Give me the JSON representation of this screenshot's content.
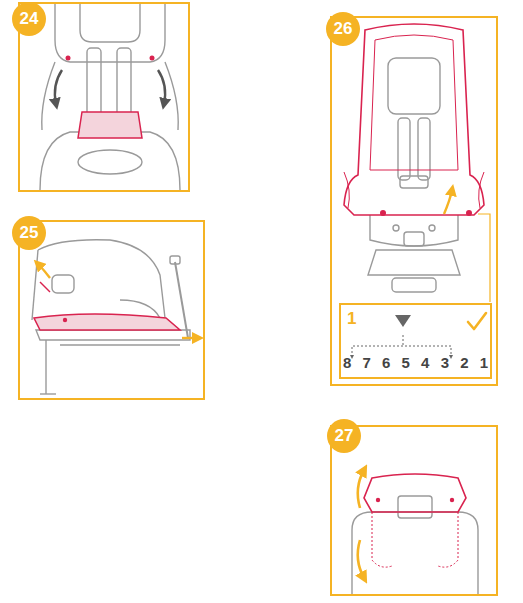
{
  "diagram": {
    "nodes": [
      {
        "text": [
          "24"
        ]
      },
      {
        "text": [
          "25"
        ]
      },
      {
        "text": [
          "26"
        ]
      },
      {
        "text": [
          "1",
          "8 7 6 5 4 3 2 1"
        ],
        "in": 2
      },
      {
        "text": [
          "27"
        ]
      }
    ]
  }
}
